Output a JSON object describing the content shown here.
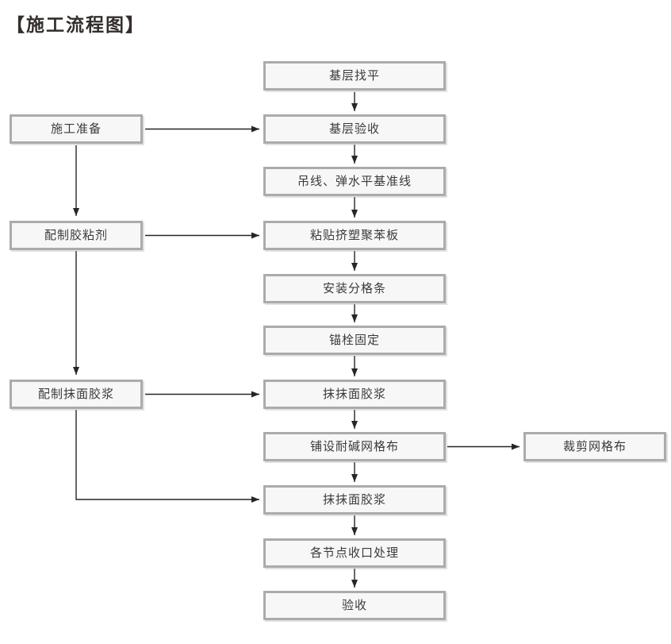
{
  "title": "【施工流程图】",
  "diagram": {
    "main_flow": [
      "基层找平",
      "基层验收",
      "吊线、弹水平基准线",
      "粘贴挤塑聚苯板",
      "安装分格条",
      "锚栓固定",
      "抹抹面胶浆",
      "铺设耐碱网格布",
      "抹抹面胶浆",
      "各节点收口处理",
      "验收"
    ],
    "side_flow": [
      "施工准备",
      "配制胶粘剂",
      "配制抹面胶浆"
    ],
    "right_node": "裁剪网格布",
    "edges": [
      "基层找平 → 基层验收",
      "基层验收 → 吊线、弹水平基准线",
      "吊线、弹水平基准线 → 粘贴挤塑聚苯板",
      "粘贴挤塑聚苯板 → 安装分格条",
      "安装分格条 → 锚栓固定",
      "锚栓固定 → 抹抹面胶浆",
      "抹抹面胶浆 → 铺设耐碱网格布",
      "铺设耐碱网格布 → 抹抹面胶浆",
      "抹抹面胶浆 → 各节点收口处理",
      "各节点收口处理 → 验收",
      "施工准备 → 基层验收",
      "施工准备 → 配制胶粘剂",
      "配制胶粘剂 → 粘贴挤塑聚苯板",
      "配制胶粘剂 → 配制抹面胶浆",
      "配制抹面胶浆 → 抹抹面胶浆(第一次)",
      "配制抹面胶浆 → 抹抹面胶浆(第二次)",
      "铺设耐碱网格布 → 裁剪网格布"
    ]
  },
  "colors": {
    "background": "#ffffff",
    "box_border": "#ababab",
    "box_fill": "#f7f7f7",
    "arrow": "#262626",
    "text": "#3b3b3b",
    "title": "#332e2c"
  }
}
